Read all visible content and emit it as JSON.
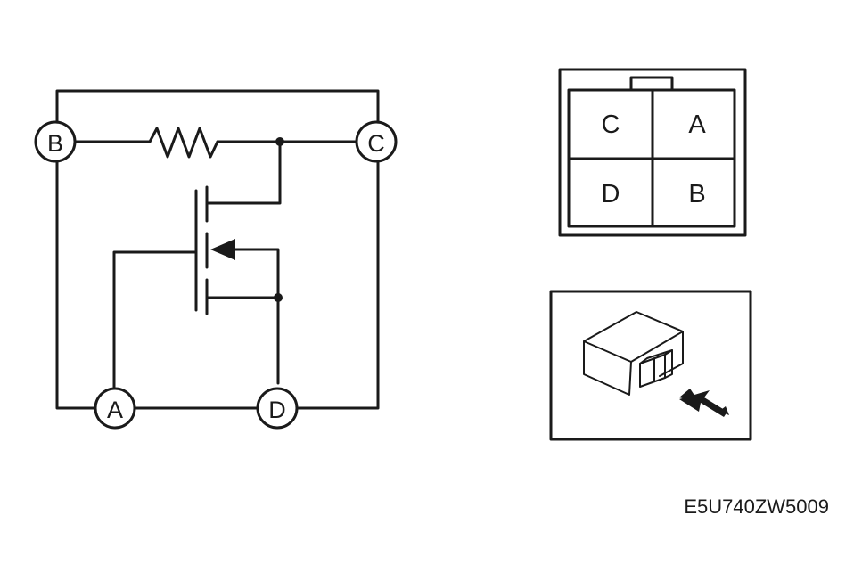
{
  "circuit": {
    "terminals": [
      {
        "id": "B",
        "label": "B"
      },
      {
        "id": "C",
        "label": "C"
      },
      {
        "id": "A",
        "label": "A"
      },
      {
        "id": "D",
        "label": "D"
      }
    ],
    "components": [
      "resistor",
      "mosfet"
    ]
  },
  "connector": {
    "pins": [
      {
        "label": "C"
      },
      {
        "label": "A"
      },
      {
        "label": "D"
      },
      {
        "label": "B"
      }
    ]
  },
  "module": {
    "icon": "connector-module-icon",
    "arrow_icon": "view-direction-arrow-icon"
  },
  "figure_code": "E5U740ZW5009",
  "colors": {
    "line": "#1a1a1a",
    "background": "#ffffff"
  }
}
